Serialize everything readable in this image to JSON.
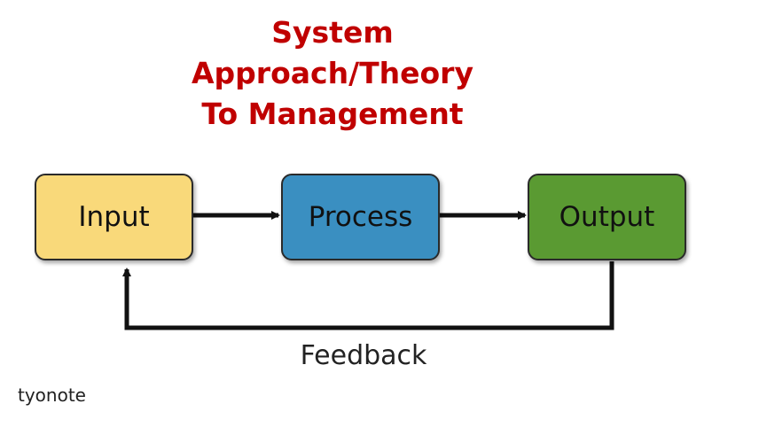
{
  "title": {
    "line1": "System",
    "line2": "Approach/Theory",
    "line3": "To Management",
    "color": "#c00000"
  },
  "nodes": [
    {
      "id": "input",
      "label": "Input",
      "color": "#f9d97a"
    },
    {
      "id": "process",
      "label": "Process",
      "color": "#3a8fc1"
    },
    {
      "id": "output",
      "label": "Output",
      "color": "#5a9a32"
    }
  ],
  "edges": [
    {
      "from": "input",
      "to": "process"
    },
    {
      "from": "process",
      "to": "output"
    },
    {
      "from": "output",
      "to": "input",
      "label": "Feedback"
    }
  ],
  "feedback_label": "Feedback",
  "watermark": "tyonote"
}
